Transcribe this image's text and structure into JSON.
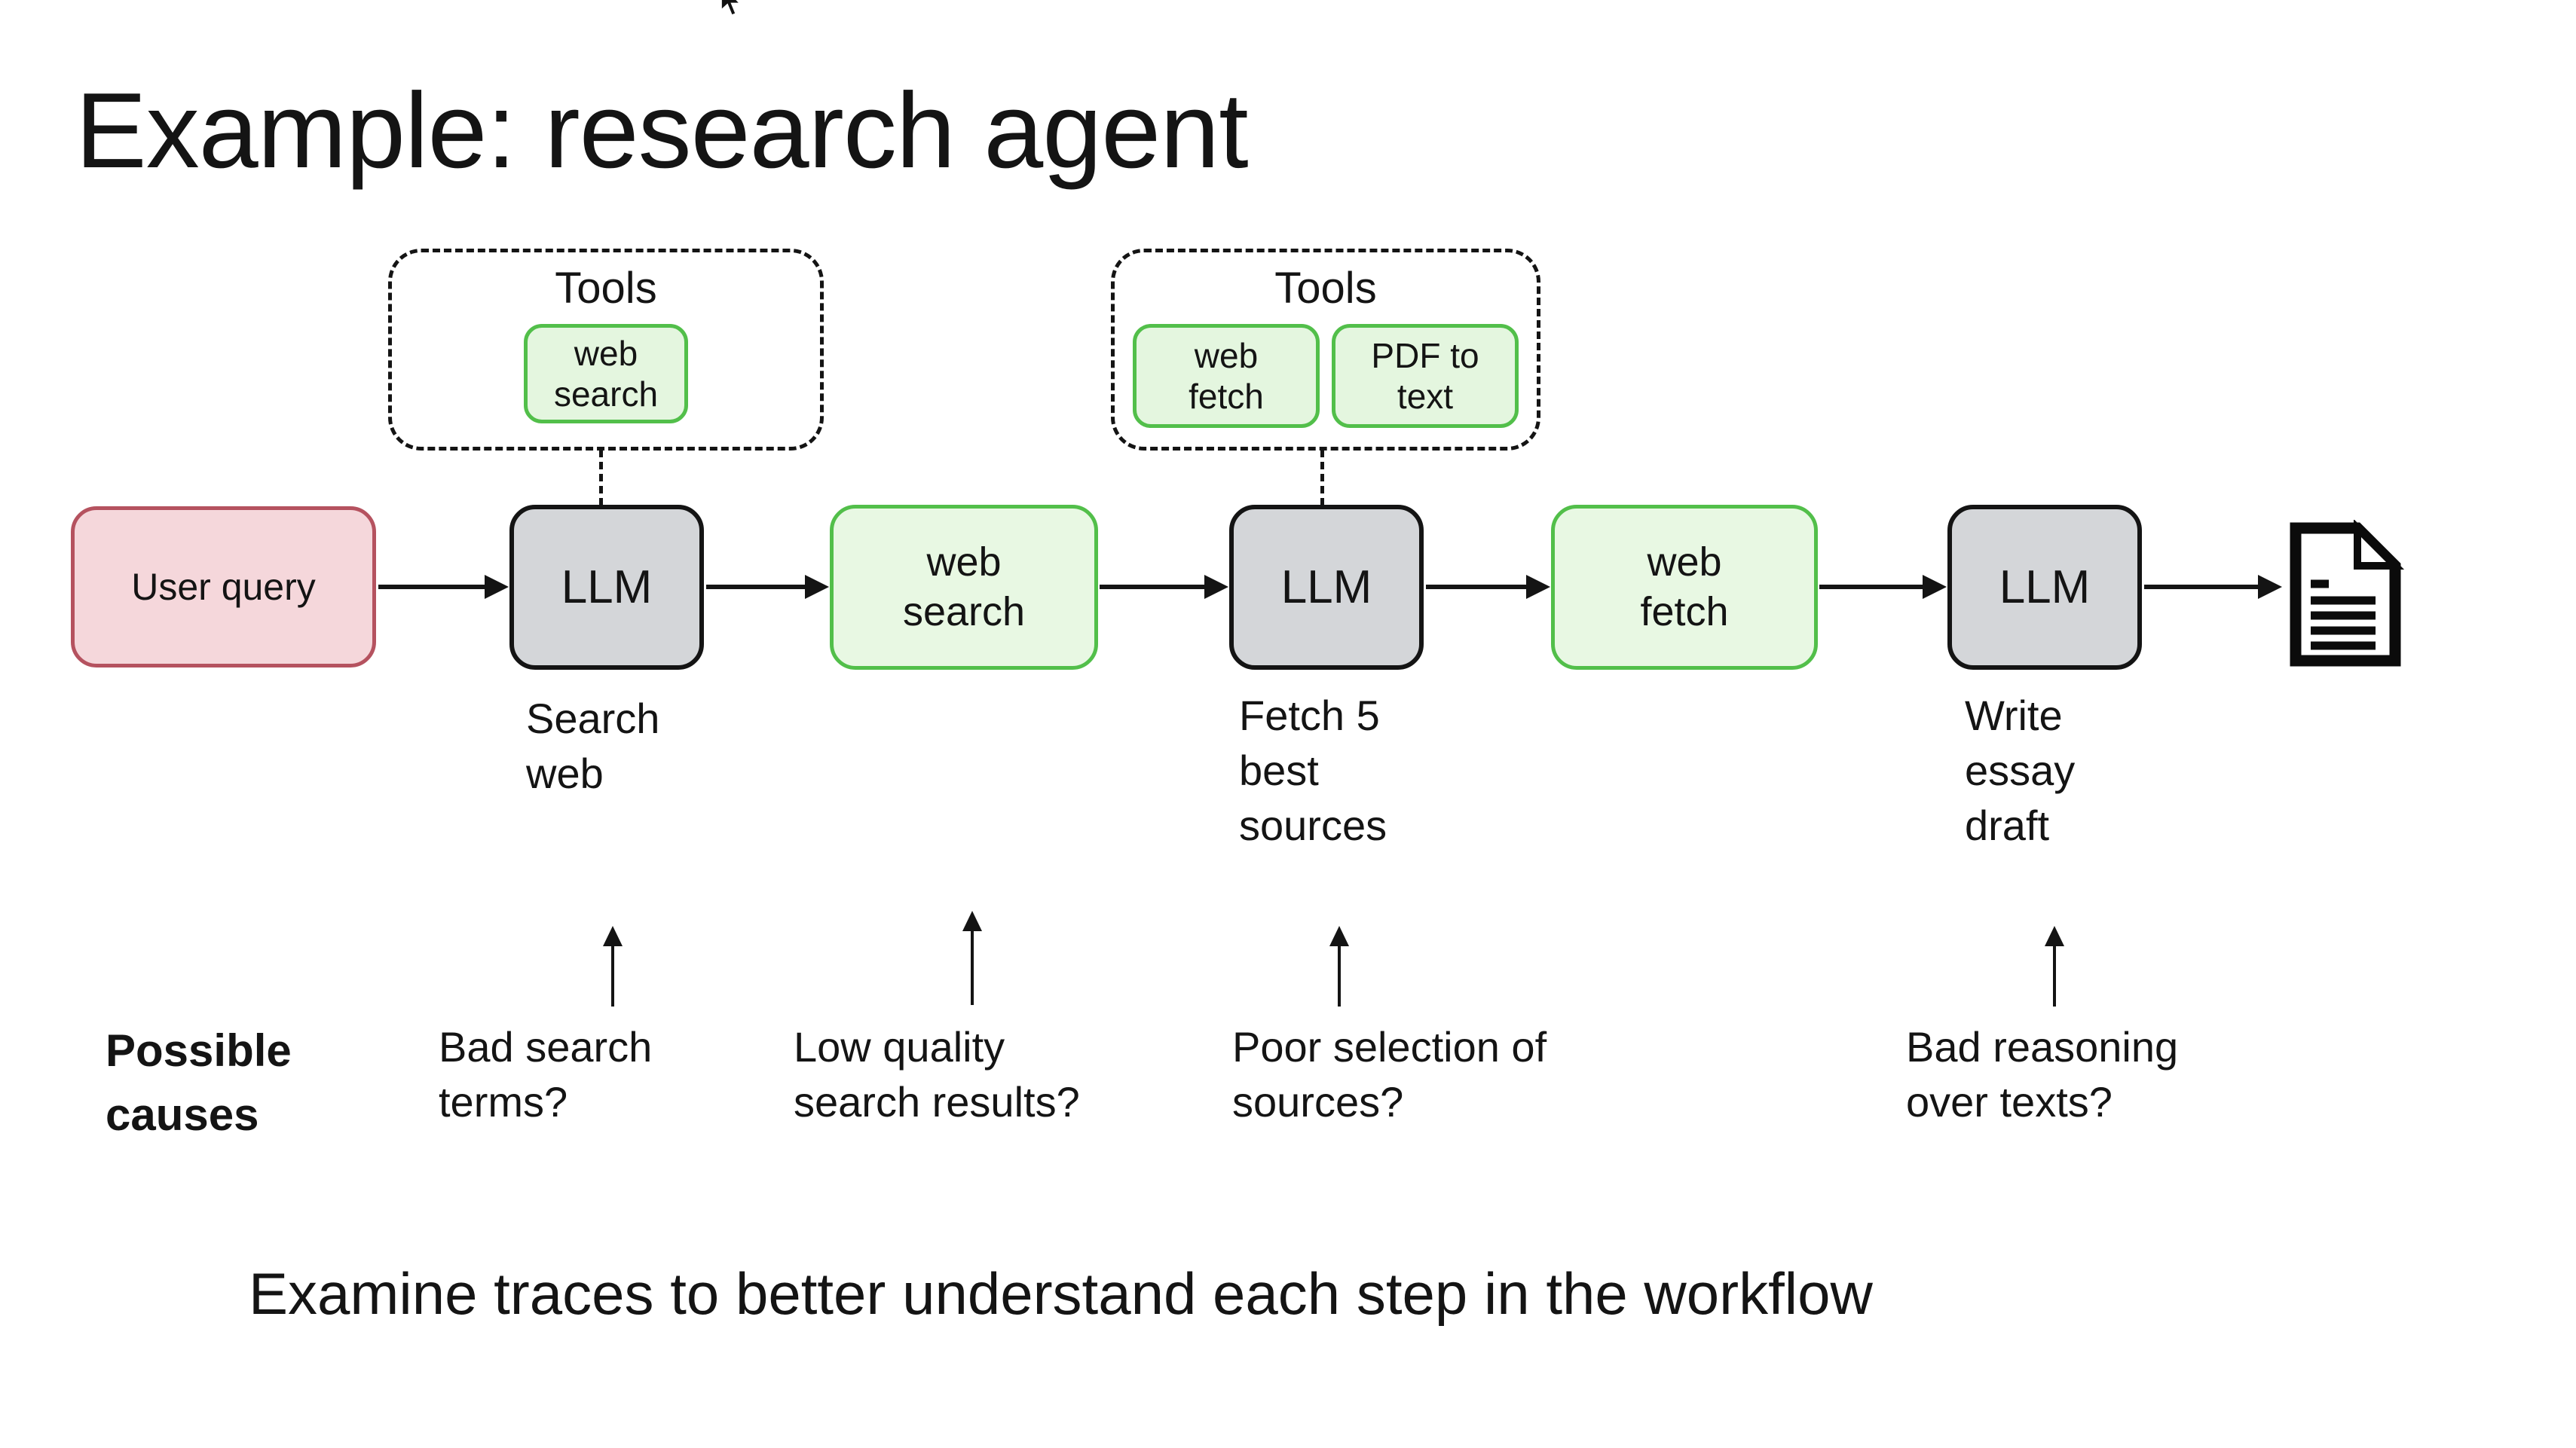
{
  "title": "Example: research agent",
  "tool_groups": [
    {
      "title": "Tools",
      "chips": [
        "web search"
      ]
    },
    {
      "title": "Tools",
      "chips": [
        "web fetch",
        "PDF to text"
      ]
    }
  ],
  "flow_nodes": [
    {
      "id": "user-query",
      "label": "User query"
    },
    {
      "id": "llm-search",
      "label": "LLM",
      "step": "Search web"
    },
    {
      "id": "web-search",
      "label": "web search"
    },
    {
      "id": "llm-fetch",
      "label": "LLM",
      "step": "Fetch 5 best sources"
    },
    {
      "id": "web-fetch",
      "label": "web fetch"
    },
    {
      "id": "llm-write",
      "label": "LLM",
      "step": "Write essay draft"
    }
  ],
  "output_icon": "essay-document-icon",
  "possible_causes": {
    "heading": "Possible causes",
    "items": [
      "Bad search terms?",
      "Low quality search results?",
      "Poor selection of sources?",
      "Bad reasoning over texts?"
    ]
  },
  "bottom_note": "Examine traces to better understand each step in the workflow",
  "colors": {
    "input_fill": "#f5d7db",
    "input_border": "#b5525f",
    "llm_fill": "#d4d6d9",
    "tool_fill": "#e8f8e3",
    "chip_fill": "#e4f6df",
    "tool_border": "#52bf4a",
    "line": "#141414"
  }
}
